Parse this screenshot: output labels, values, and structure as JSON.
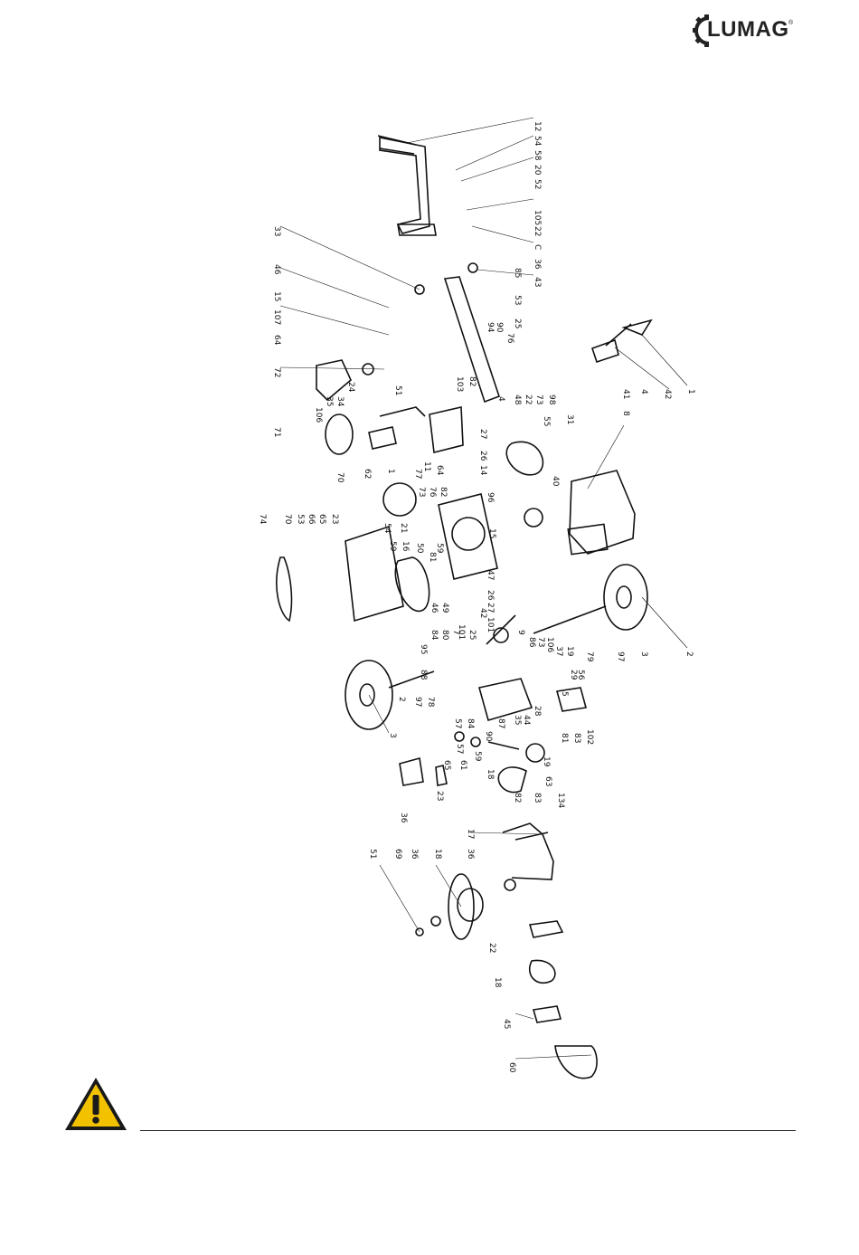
{
  "header": {
    "brand": "LUMAG",
    "reg_mark": "®"
  },
  "diagram": {
    "part_labels": [
      "12",
      "54",
      "58",
      "20",
      "52",
      "105",
      "22",
      "C",
      "36",
      "43",
      "85",
      "53",
      "25",
      "76",
      "90",
      "94",
      "4",
      "48",
      "22",
      "73",
      "98",
      "41",
      "4",
      "42",
      "1",
      "33",
      "46",
      "15",
      "107",
      "64",
      "72",
      "51",
      "71",
      "106",
      "35",
      "34",
      "24",
      "103",
      "82",
      "70",
      "62",
      "1",
      "77",
      "11",
      "64",
      "27",
      "26",
      "14",
      "55",
      "31",
      "8",
      "96",
      "15",
      "40",
      "54",
      "73",
      "76",
      "82",
      "21",
      "23",
      "65",
      "66",
      "70",
      "53",
      "74",
      "59",
      "16",
      "50",
      "81",
      "59",
      "47",
      "26",
      "27",
      "101",
      "42",
      "46",
      "49",
      "7",
      "80",
      "84",
      "101",
      "25",
      "9",
      "86",
      "73",
      "106",
      "37",
      "19",
      "79",
      "97",
      "3",
      "2",
      "57",
      "84",
      "95",
      "88",
      "5",
      "29",
      "56",
      "2",
      "3",
      "78",
      "97",
      "57",
      "65",
      "28",
      "35",
      "44",
      "87",
      "90",
      "59",
      "81",
      "83",
      "102",
      "63",
      "19",
      "61",
      "18",
      "82",
      "83",
      "134",
      "36",
      "23",
      "17",
      "51",
      "69",
      "36",
      "18",
      "36",
      "22",
      "18",
      "45",
      "60"
    ]
  },
  "footer": {
    "icon": "warning-triangle-icon"
  }
}
